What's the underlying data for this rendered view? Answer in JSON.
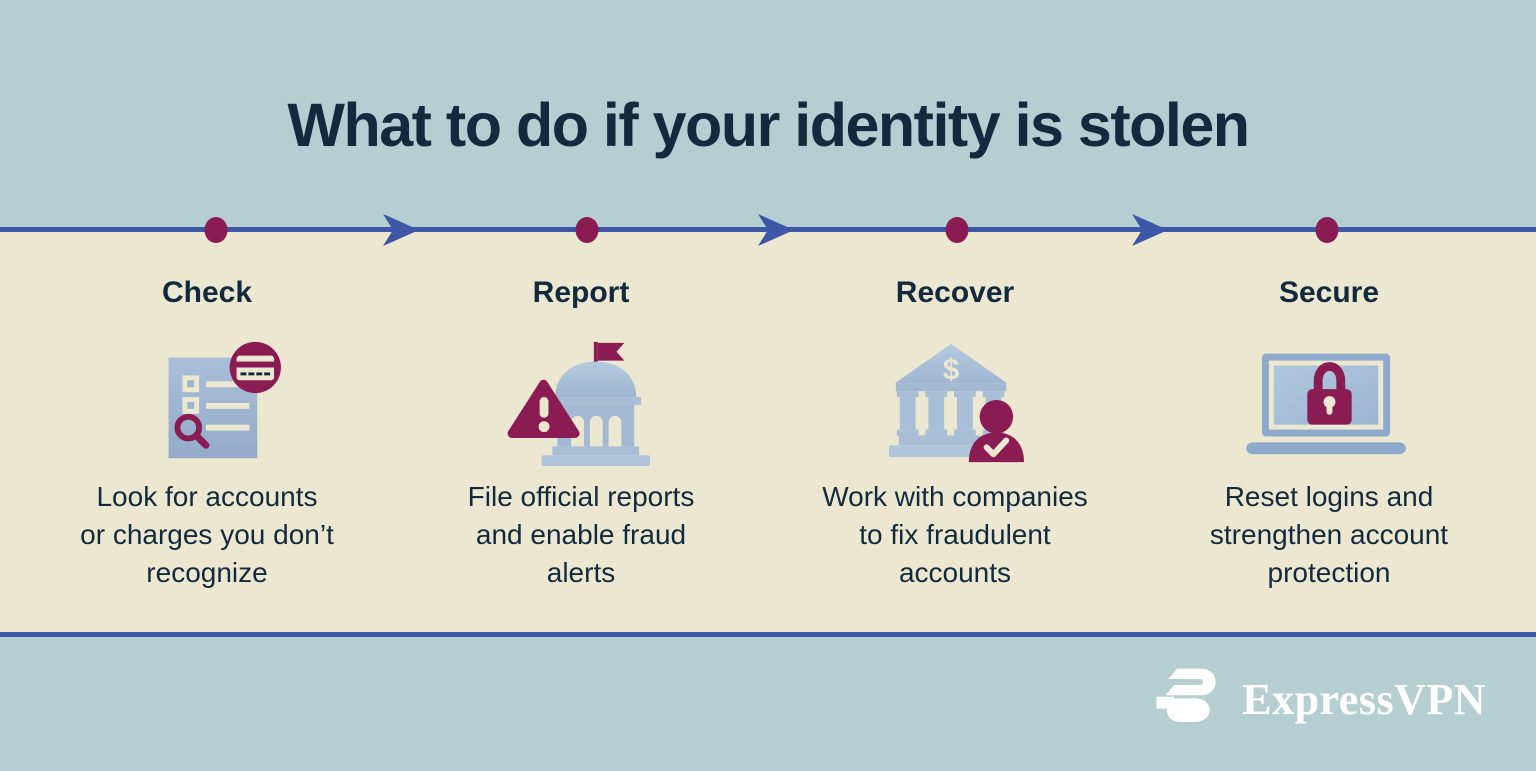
{
  "palette": {
    "bg_blue": "#b5ced2",
    "cream": "#ece7d1",
    "ink": "#132a3e",
    "line_blue": "#3d56a5",
    "maroon": "#8a1b53",
    "icon_blue": "#9db3cf",
    "icon_blue_light": "#aec5dc",
    "icon_blue_dark": "#8ea9c9",
    "white": "#ffffff"
  },
  "header": {
    "title": "What to do if your identity is stolen"
  },
  "steps": [
    {
      "label": "Check",
      "icon": "document-search-icon",
      "description": "Look for accounts\nor charges you don’t\nrecognize"
    },
    {
      "label": "Report",
      "icon": "government-building-warning-icon",
      "description": "File official reports\nand enable fraud\nalerts"
    },
    {
      "label": "Recover",
      "icon": "bank-person-check-icon",
      "description": "Work with companies\nto fix fraudulent\naccounts"
    },
    {
      "label": "Secure",
      "icon": "laptop-padlock-icon",
      "description": "Reset logins and\nstrengthen account\nprotection"
    }
  ],
  "footer": {
    "brand": "ExpressVPN"
  }
}
